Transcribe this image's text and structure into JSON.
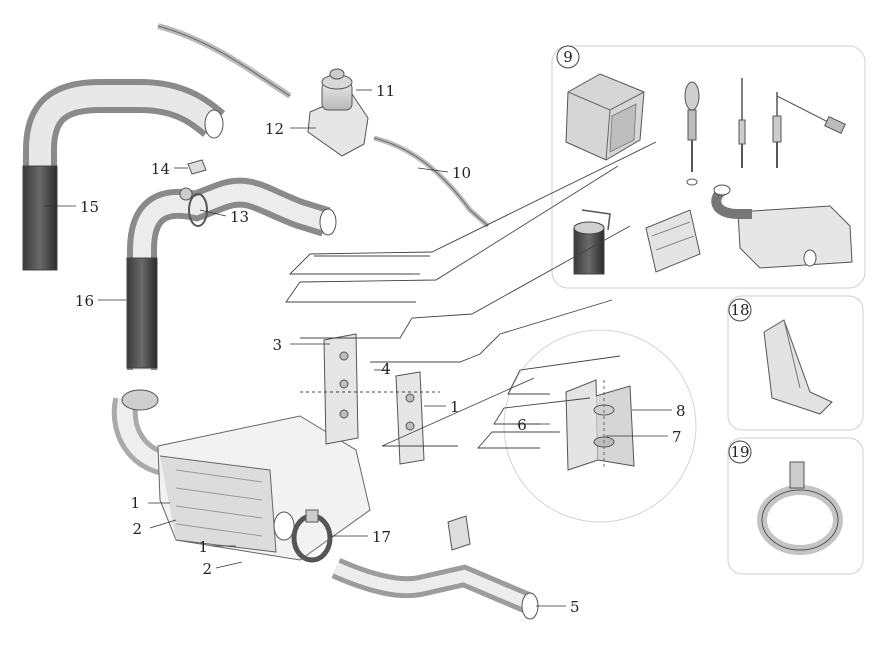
{
  "diagram": {
    "callouts": {
      "kit": "9",
      "bracket_detail": "18",
      "clamp_detail": "19"
    },
    "labels": [
      {
        "id": "bolt-upper",
        "text": "1"
      },
      {
        "id": "nut-upper",
        "text": "2"
      },
      {
        "id": "bolt-lower",
        "text": "1"
      },
      {
        "id": "nut-lower",
        "text": "2"
      },
      {
        "id": "bracket-bolts",
        "text": "3"
      },
      {
        "id": "washer",
        "text": "4"
      },
      {
        "id": "mount-plate",
        "text": "1"
      },
      {
        "id": "exhaust-pipe",
        "text": "5"
      },
      {
        "id": "spacer-plate",
        "text": "6"
      },
      {
        "id": "damper",
        "text": "7"
      },
      {
        "id": "mount-bracket",
        "text": "8"
      },
      {
        "id": "fuel-line",
        "text": "10"
      },
      {
        "id": "fuel-pump",
        "text": "11"
      },
      {
        "id": "pump-bracket",
        "text": "12"
      },
      {
        "id": "hose-clip",
        "text": "13"
      },
      {
        "id": "hose-clamp",
        "text": "14"
      },
      {
        "id": "intake-hose",
        "text": "15"
      },
      {
        "id": "outlet-hose",
        "text": "16"
      },
      {
        "id": "exhaust-clamp",
        "text": "17"
      }
    ]
  }
}
